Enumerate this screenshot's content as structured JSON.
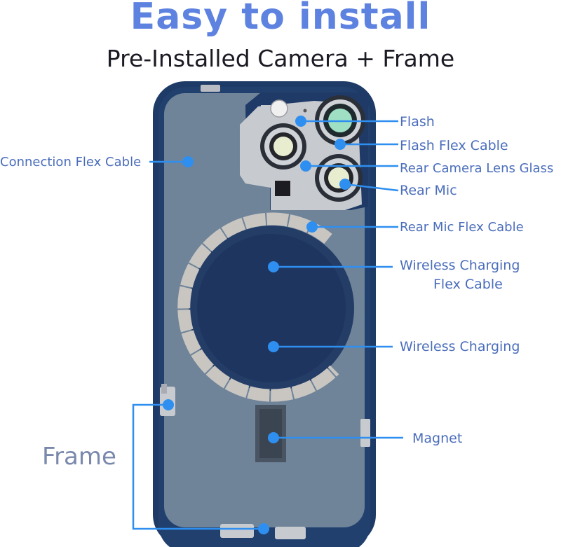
{
  "heading": {
    "title": "Easy to install",
    "subtitle": "Pre-Installed Camera + Frame"
  },
  "callouts": {
    "flash": "Flash",
    "flash_flex": "Flash Flex Cable",
    "lens_glass": "Rear Camera Lens Glass",
    "rear_mic": "Rear Mic",
    "connection_flex": "Connection Flex Cable",
    "mic_flex": "Rear Mic Flex Cable",
    "wireless_flex_1": "Wireless Charging",
    "wireless_flex_2": "Flex Cable",
    "wireless_charging": "Wireless Charging",
    "magnet": "Magnet",
    "frame": "Frame"
  },
  "colors": {
    "title": "#5d82e0",
    "callout_text": "#4a6dbb",
    "pointer": "#2f8ff0",
    "phone_frame": "#1e3a66",
    "phone_inner": "#6f8499"
  }
}
